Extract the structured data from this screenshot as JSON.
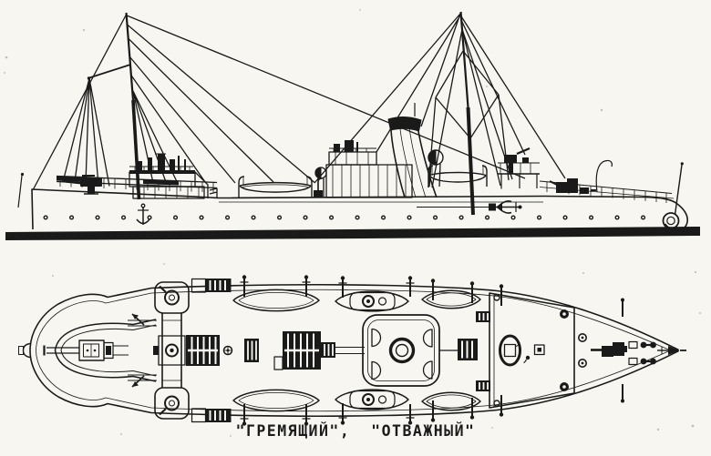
{
  "page": {
    "background_color": "#f7f6f1",
    "ink_color": "#1a1a1a",
    "description_colors": {
      "paper": "#f7f6f1",
      "ink": "#1a1a1a"
    }
  },
  "caption": {
    "text": "\"ГРЕМЯЩИЙ\",  \"ОТВАЖНЫЙ\"",
    "ship_names": [
      "ГРЕМЯЩИЙ",
      "ОТВАЖНЫЙ"
    ]
  }
}
